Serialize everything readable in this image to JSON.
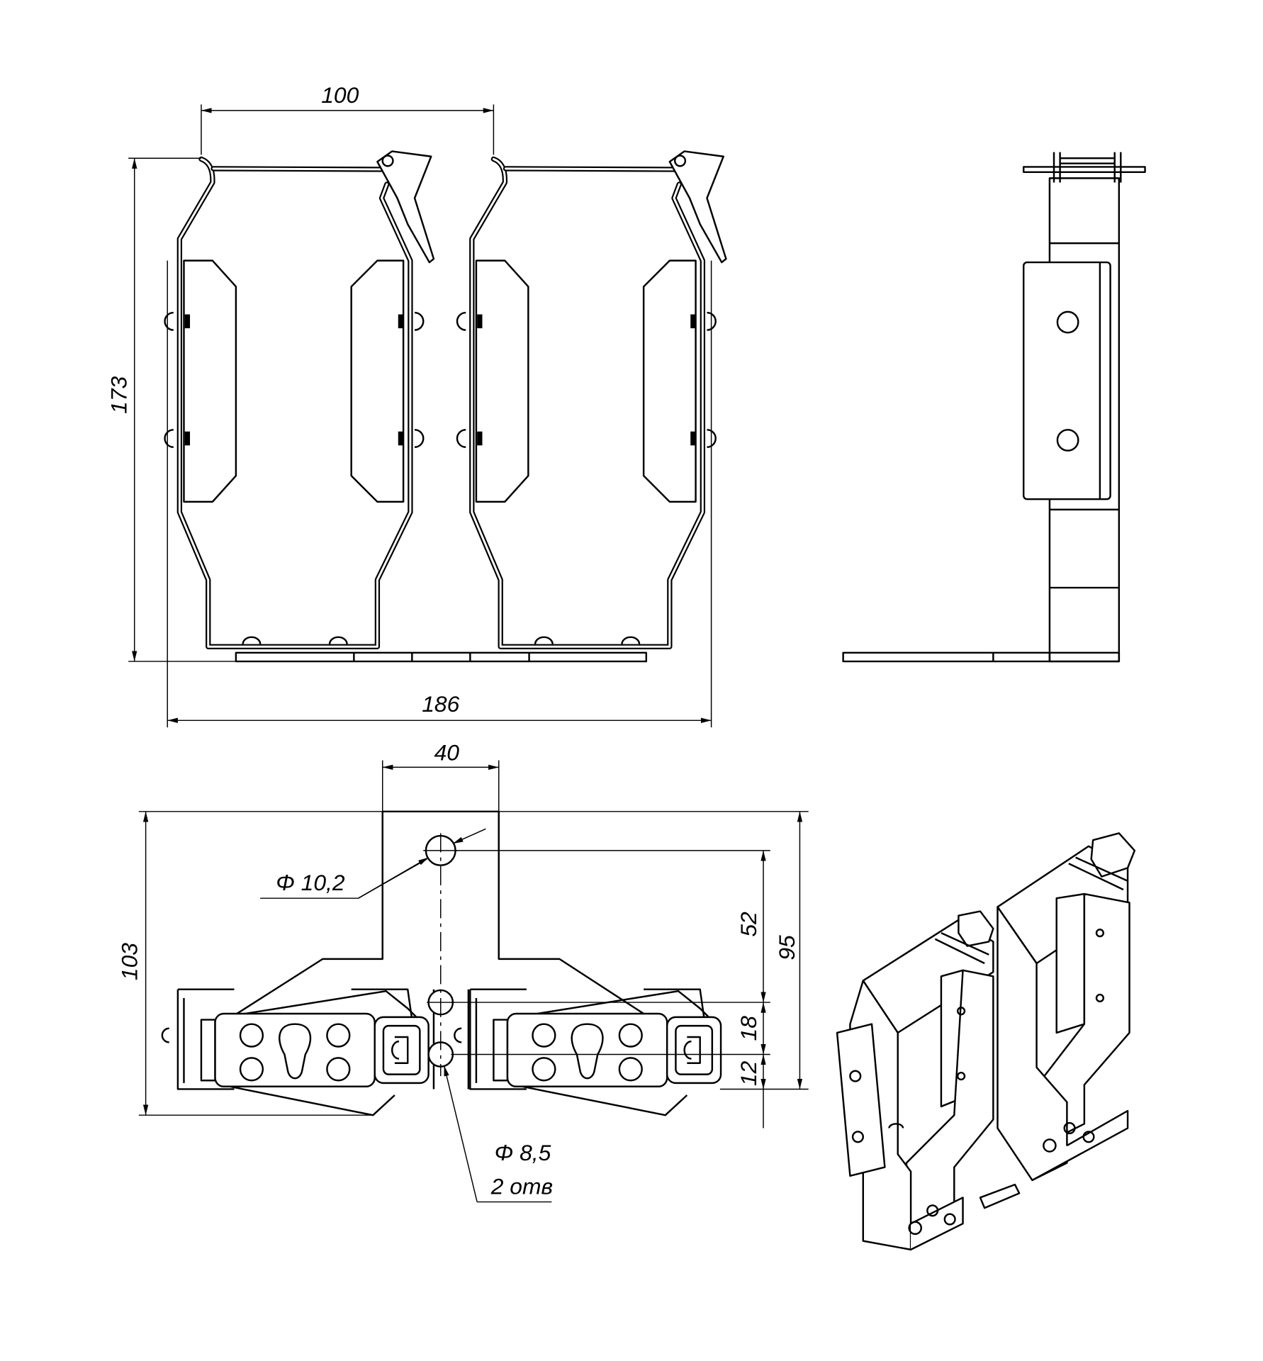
{
  "drawing": {
    "front_view": {
      "dim_width_single": "100",
      "dim_height": "173",
      "dim_total_width": "186"
    },
    "top_view": {
      "dim_stem_width": "40",
      "dim_total_depth": "103",
      "dim_hole_to_bottom": "95",
      "dim_hole_spacing_top": "52",
      "dim_hole_spacing_mid": "18",
      "dim_hole_spacing_low": "12",
      "hole_large_label": "Φ 10,2",
      "hole_small_label": "Φ 8,5",
      "hole_small_count": "2 отв"
    }
  }
}
